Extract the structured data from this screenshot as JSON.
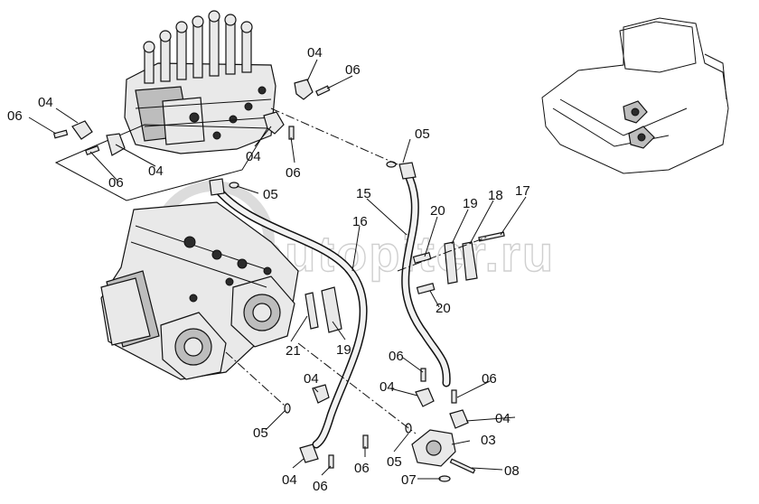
{
  "watermark": "autopiter.ru",
  "callouts": [
    {
      "id": "c-04-a",
      "text": "04"
    },
    {
      "id": "c-06-a",
      "text": "06"
    },
    {
      "id": "c-04-b",
      "text": "04"
    },
    {
      "id": "c-06-b",
      "text": "06"
    },
    {
      "id": "c-06-c",
      "text": "06"
    },
    {
      "id": "c-04-c",
      "text": "04"
    },
    {
      "id": "c-04-d",
      "text": "04"
    },
    {
      "id": "c-06-d",
      "text": "06"
    },
    {
      "id": "c-05-a",
      "text": "05"
    },
    {
      "id": "c-05-b",
      "text": "05"
    },
    {
      "id": "c-15",
      "text": "15"
    },
    {
      "id": "c-16",
      "text": "16"
    },
    {
      "id": "c-20-a",
      "text": "20"
    },
    {
      "id": "c-19-a",
      "text": "19"
    },
    {
      "id": "c-18",
      "text": "18"
    },
    {
      "id": "c-17",
      "text": "17"
    },
    {
      "id": "c-20-b",
      "text": "20"
    },
    {
      "id": "c-21",
      "text": "21"
    },
    {
      "id": "c-19-b",
      "text": "19"
    },
    {
      "id": "c-06-e",
      "text": "06"
    },
    {
      "id": "c-04-e",
      "text": "04"
    },
    {
      "id": "c-06-f",
      "text": "06"
    },
    {
      "id": "c-04-f",
      "text": "04"
    },
    {
      "id": "c-04-g",
      "text": "04"
    },
    {
      "id": "c-05-c",
      "text": "05"
    },
    {
      "id": "c-03",
      "text": "03"
    },
    {
      "id": "c-05-d",
      "text": "05"
    },
    {
      "id": "c-06-g",
      "text": "06"
    },
    {
      "id": "c-08",
      "text": "08"
    },
    {
      "id": "c-07",
      "text": "07"
    },
    {
      "id": "c-04-h",
      "text": "04"
    },
    {
      "id": "c-06-h",
      "text": "06"
    }
  ]
}
